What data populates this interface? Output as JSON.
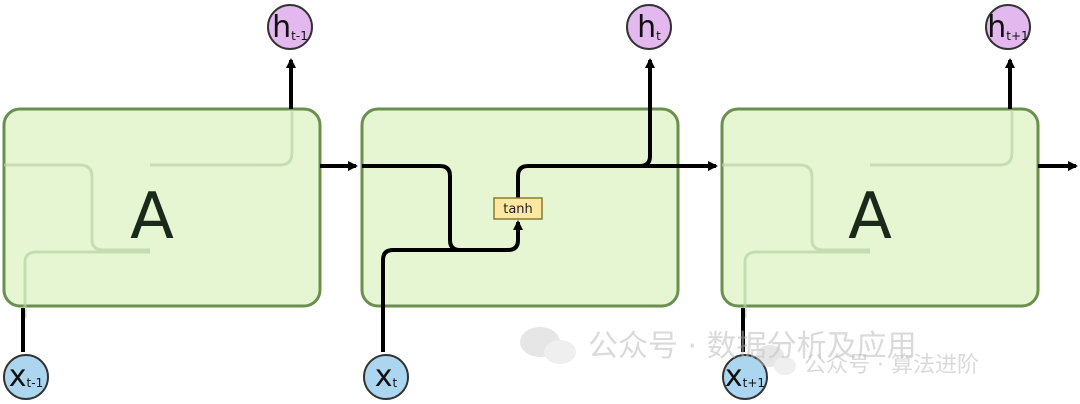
{
  "cells": [
    {
      "label": "A",
      "h_main": "h",
      "h_sub": "t-1",
      "x_main": "x",
      "x_sub": "t-1"
    },
    {
      "label": "",
      "h_main": "h",
      "h_sub": "t",
      "x_main": "x",
      "x_sub": "t"
    },
    {
      "label": "A",
      "h_main": "h",
      "h_sub": "t+1",
      "x_main": "x",
      "x_sub": "t+1"
    }
  ],
  "activation": "tanh",
  "watermark": {
    "line1": "公众号 · 数据分析及应用",
    "line2": "公众号 · 算法进阶"
  },
  "colors": {
    "cell_fill": "#e6f6d2",
    "cell_stroke": "#6b8f4e",
    "output_node": "#e2b8ee",
    "input_node": "#acd6f0",
    "tanh_fill": "#fbe8a1"
  }
}
